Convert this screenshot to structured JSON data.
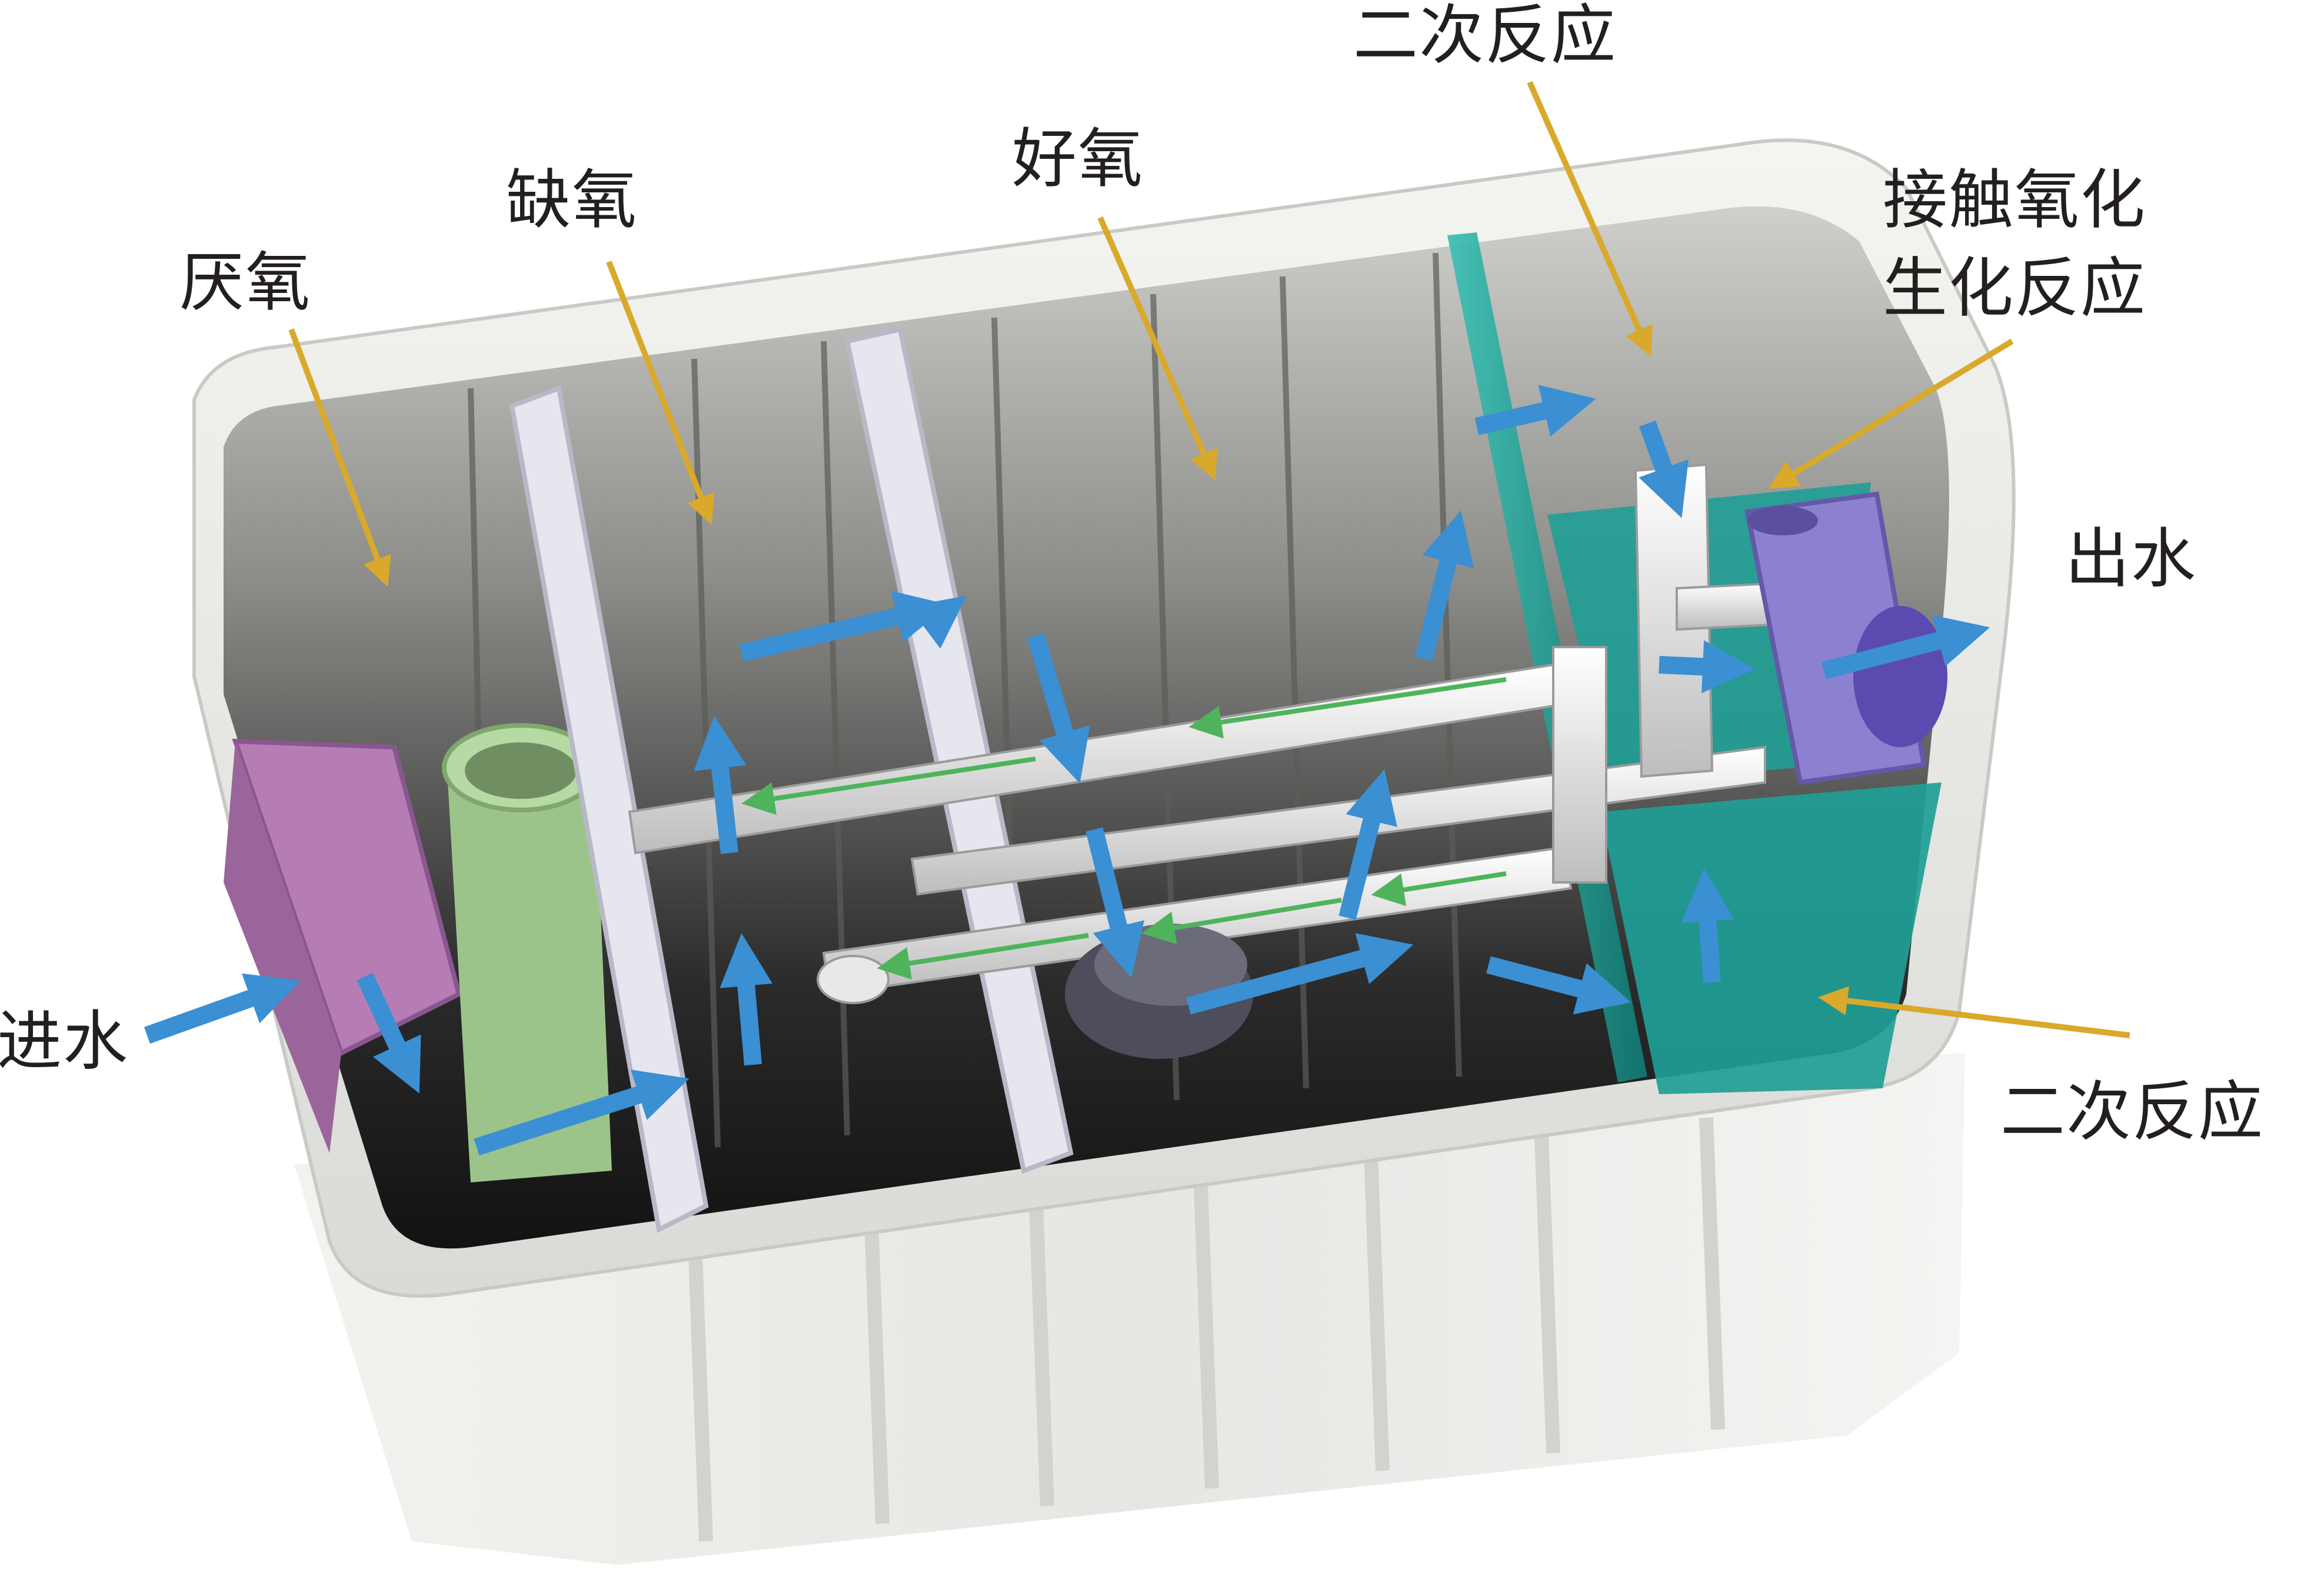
{
  "labels": {
    "anaerobic": "厌氧",
    "anoxic": "缺氧",
    "aerobic": "好氧",
    "secondary_reaction_top": "二次反应",
    "contact_oxidation_line1": "接触氧化",
    "contact_oxidation_line2": "生化反应",
    "outlet": "出水",
    "inlet": "进水",
    "secondary_reaction_bottom": "二次反应"
  },
  "colors": {
    "flow_arrow": "#3b8fd3",
    "return_arrow": "#4fb35c",
    "callout_arrow": "#d9a92b",
    "tank_shell": "#efefec",
    "inlet_box": "#b57db4",
    "inlet_pipe": "#9cc48a",
    "teal_panel": "#1f9e96",
    "outlet_box": "#8c80d0",
    "text": "#231f20"
  }
}
